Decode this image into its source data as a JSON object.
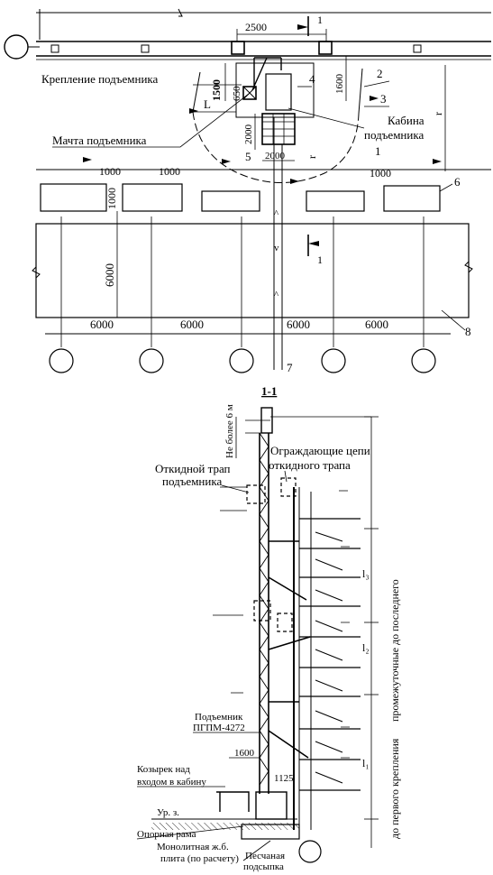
{
  "plan": {
    "section_mark": "1",
    "dims": {
      "d2500": "2500",
      "d1500": "1500",
      "d650": "650",
      "d1600": "1600",
      "d2000w": "2000",
      "d2000h": "2000",
      "d1000a": "1000",
      "d1000b": "1000",
      "d1000c": "1000",
      "d1000d": "1000",
      "d6000v": "6000",
      "span": [
        "6000",
        "6000",
        "6000",
        "6000"
      ]
    },
    "letters": {
      "L": "L",
      "r": "r"
    },
    "callouts": [
      "1",
      "2",
      "3",
      "4",
      "5",
      "6",
      "7",
      "8"
    ],
    "labels": {
      "hoist_fixing": "Крепление подъемника",
      "mast": "Мачта подъемника",
      "cabin_line1": "Кабина",
      "cabin_line2": "подъемника"
    }
  },
  "section": {
    "title": "1-1",
    "labels": {
      "max_6m": "Не более 6 м",
      "ladder_line1": "Откидной трап",
      "ladder_line2": "подъемника",
      "chains_line1": "Ограждающие цепи",
      "chains_line2": "откидного трапа",
      "hoist_line1": "Подъемник",
      "hoist_line2": "ПГПМ-4272",
      "d1600": "1600",
      "d1125": "1125",
      "canopy_line1": "Козырек над",
      "canopy_line2": "входом в кабину",
      "ground_level": "Ур. з.",
      "support_frame": "Опорная рама",
      "slab_line1": "Монолитная ж.б.",
      "slab_line2": "плита (по расчету)",
      "sand_line1": "Песчаная",
      "sand_line2": "подсыпка",
      "l1": "l₁",
      "l2": "l₂",
      "l3": "l₃",
      "vertical_intermediate": "промежуточные  до последнего",
      "vertical_first": "до первого крепления"
    }
  }
}
